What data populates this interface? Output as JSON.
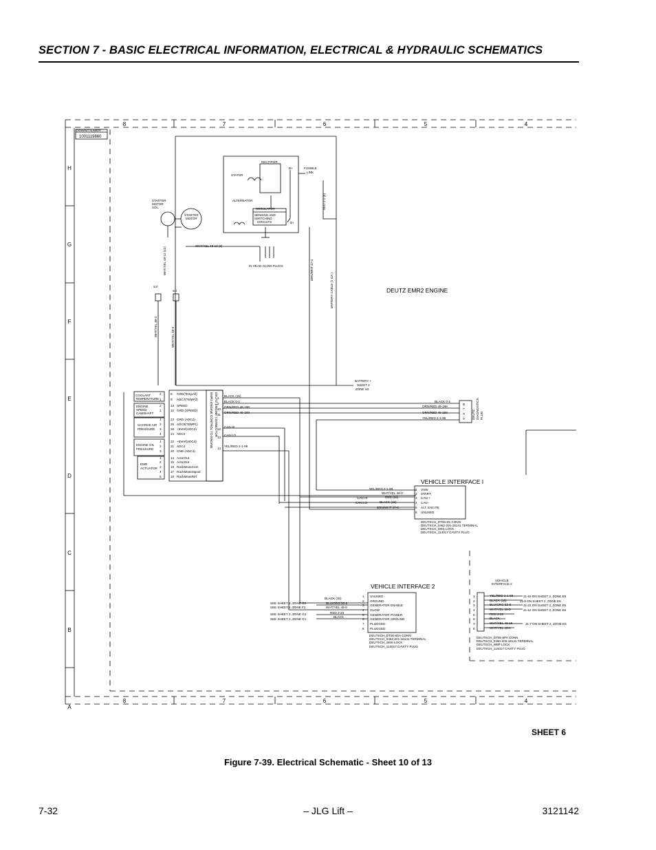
{
  "header": {
    "section_title": "SECTION 7 - BASIC ELECTRICAL INFORMATION, ELECTRICAL & HYDRAULIC SCHEMATICS"
  },
  "schematic": {
    "zone_columns": [
      "8",
      "7",
      "6",
      "5",
      "4"
    ],
    "zone_rows": [
      "H",
      "G",
      "F",
      "E",
      "D",
      "C",
      "B",
      "A"
    ],
    "drawing_number_label": "DRAWING NUMBER",
    "drawing_number": "1001119860",
    "engine_title": "DEUTZ EMR2 ENGINE",
    "sheet_label": "SHEET 6",
    "engine_parts": {
      "rectifier": "RECTIFIER",
      "stator": "STATOR",
      "alternator": "ALTERNATOR",
      "regulator": "REGULATOR",
      "sensing_1": "SENSING AND",
      "sensing_2": "SWITCHING",
      "sensing_3": "CIRCUITS",
      "b_plus": "B+",
      "d_plus": "D+",
      "fusible_1": "FUSIBLE",
      "fusible_2": "LINK",
      "starter_sol_1": "STARTER",
      "starter_sol_2": "MOTOR",
      "starter_sol_3": "SOL.",
      "starter_motor_1": "STARTER",
      "starter_motor_2": "MOTOR",
      "glow_plugs": "IN HEAD GLOW PLUGS",
      "sol": "sol",
      "sol2": "sol"
    },
    "wires": {
      "red_1_1": "RED 1-1 (8)",
      "wht_yel_4810": "WHT/YEL 48-10 (8)",
      "wht_yel_4812": "WHT/YEL 48-12 (12)",
      "brn_wht": "BRN/WHT 47-4",
      "battery_cable": "BATTERY CABLE (1 GA.)",
      "wht_yel_483": "WHT/YEL 48-3",
      "wht_yel_489": "WHT/YEL 48-9",
      "battery_1": "BATTERY +",
      "battery_2": "SHEET 2",
      "battery_3": "ZONE H3"
    },
    "emr": {
      "title_1": "EMR2 ENGINE CONTROL TO ENGINE",
      "title_2": "DEUTZ ENGINE CONNECTOR",
      "sensors": [
        {
          "l1": "COOLANT",
          "l2": "TEMPERATURE"
        },
        {
          "l1": "ENGINE",
          "l2": "SPEED",
          "l3": "CAMSHAFT"
        },
        {
          "l1": "CHARGE AIR",
          "l2": "PRESSURE"
        },
        {
          "l1": "ENGINE OIL",
          "l2": "PRESSURE"
        },
        {
          "l1": "EMR",
          "l2": "ACTUATOR"
        }
      ],
      "sensor_pins": [
        "2",
        "1",
        "2",
        "1",
        "1",
        "2",
        "3",
        "4",
        "1",
        "2",
        "3",
        "1",
        "2",
        "3",
        "4",
        "5"
      ],
      "pins": [
        {
          "n": "8",
          "s": "GRD(TempAll)"
        },
        {
          "n": "9",
          "s": "ADC7(TEMP3)"
        },
        {
          "n": "13",
          "s": "SPEED"
        },
        {
          "n": "12",
          "s": "GRD (SPEED)"
        },
        {
          "n": "23",
          "s": "GRD (ADC2)"
        },
        {
          "n": "25",
          "s": "ADC5(TEMP1)"
        },
        {
          "n": "26",
          "s": "+5Vref(ADC2)"
        },
        {
          "n": "24",
          "s": "ADC2"
        },
        {
          "n": "22",
          "s": "+5Vref(ADC4)"
        },
        {
          "n": "21",
          "s": "ADC4"
        },
        {
          "n": "20",
          "s": "GND (ADC4)"
        },
        {
          "n": "14",
          "s": "ActorOut"
        },
        {
          "n": "15",
          "s": "ActorOut"
        },
        {
          "n": "19",
          "s": "RackMeasCom"
        },
        {
          "n": "17",
          "s": "RackMeasSignal"
        },
        {
          "n": "18",
          "s": "RackMeasRef"
        }
      ],
      "right_pins": [
        "1",
        "2",
        "10",
        "11",
        "12",
        "13",
        "14"
      ],
      "right_wires": [
        "BLACK (16)",
        "BLACK 0-1",
        "ORN/RED 49-198",
        "ORN/RED 49-199",
        "CAN HI",
        "CAN LO",
        "YEL/RED 2-1-99"
      ]
    },
    "diag_plug": {
      "wires": [
        "BLACK 0-1",
        "ORN/RED 49-198",
        "ORN/RED 49-199",
        "YEL/RED 2-1-98"
      ],
      "pins": [
        "B",
        "L",
        "K",
        "A"
      ],
      "label_1": "DEUTZ",
      "label_2": "DIAGNOSTICS",
      "label_3": "PLUG"
    },
    "vi1": {
      "title": "VEHICLE INTERFACE I",
      "wires": [
        "YEL/RED 2-1-99",
        "WHT/YEL 48-3",
        "RED (18)",
        "BLACK (16)",
        "BRN/WHT 47-8"
      ],
      "can_hi": "CAN HI",
      "can_lo": "CAN LO",
      "pins": [
        "1",
        "2",
        "3",
        "4",
        "5",
        "6",
        "7",
        "8"
      ],
      "signals": [
        "VSW",
        "START",
        "CAN +",
        "CAN -",
        "ALT. EXCITE",
        "UNUSED"
      ],
      "notes": [
        "DEUTSCH_DT06-6S CONN",
        "DEUTSCH_0462-201-16141 TERMINAL",
        "DEUTSCH_W6S LOCK",
        "DEUTSCH_114017 CAVITY PLUG"
      ]
    },
    "vi2": {
      "title": "VEHICLE INTERFACE 2",
      "refs": [
        "SEE SHEET 2, ZONE G2",
        "SEE SHEET 2, ZONE F2",
        "SEE SHEET 2, ZONE G2",
        "SEE SHEET 2, ZONE G1"
      ],
      "wires": [
        "BLACK (16)",
        "BLU/ORG 52-5",
        "WHT/YEL 48-9",
        "RED 2-20",
        "BLACK"
      ],
      "pins": [
        "1",
        "2",
        "3",
        "4",
        "5",
        "6",
        "7",
        "8"
      ],
      "signals": [
        "UNUSED",
        "GROUND",
        "GENERATOR ENABLE",
        "GLOW",
        "GENERATOR POWER",
        "GENERATOR GROUND",
        "PLUGGED",
        "PLUGGED"
      ],
      "notes": [
        "DEUTSCH_DT06-8SA CONN",
        "DEUTSCH_0462-201-16141 TERMINAL",
        "DEUTSCH_W8S LOCK",
        "DEUTSCH_114017 CAVITY PLUG"
      ]
    },
    "vi_right": {
      "title_1": "VEHICLE",
      "title_2": "INTERFACE 2",
      "pins": [
        "1",
        "2",
        "3",
        "4",
        "5",
        "6",
        "7",
        "8"
      ],
      "wires": [
        "YEL/RED 2-1-88",
        "BLACK (16)",
        "BLU/ORG 52-5",
        "WHT/YEL 48-9",
        "RED 2-20",
        "BLACK",
        "WHT/YEL 48-15",
        "WHT/YEL 48-8"
      ],
      "refs": [
        "J1-10 ON SHEET 2, ZONE E6",
        "J1-8 ON SHEET 2, ZONE E6",
        "J1-22 ON SHEET 2, ZONE E6",
        "J1-12 ON SHEET 2, ZONE E6",
        "J1-7 ON SHEET 2, ZONE E6"
      ],
      "notes": [
        "DEUTSCH_DT06-8PA CONN",
        "DEUTSCH_0460-202-16141 TERMINAL",
        "DEUTSCH_W8P LOCK",
        "DEUTSCH_114017 CAVITY PLUG"
      ]
    }
  },
  "caption": "Figure 7-39.  Electrical Schematic - Sheet 10 of 13",
  "footer": {
    "page_number": "7-32",
    "center": "– JLG Lift –",
    "doc_number": "3121142"
  }
}
